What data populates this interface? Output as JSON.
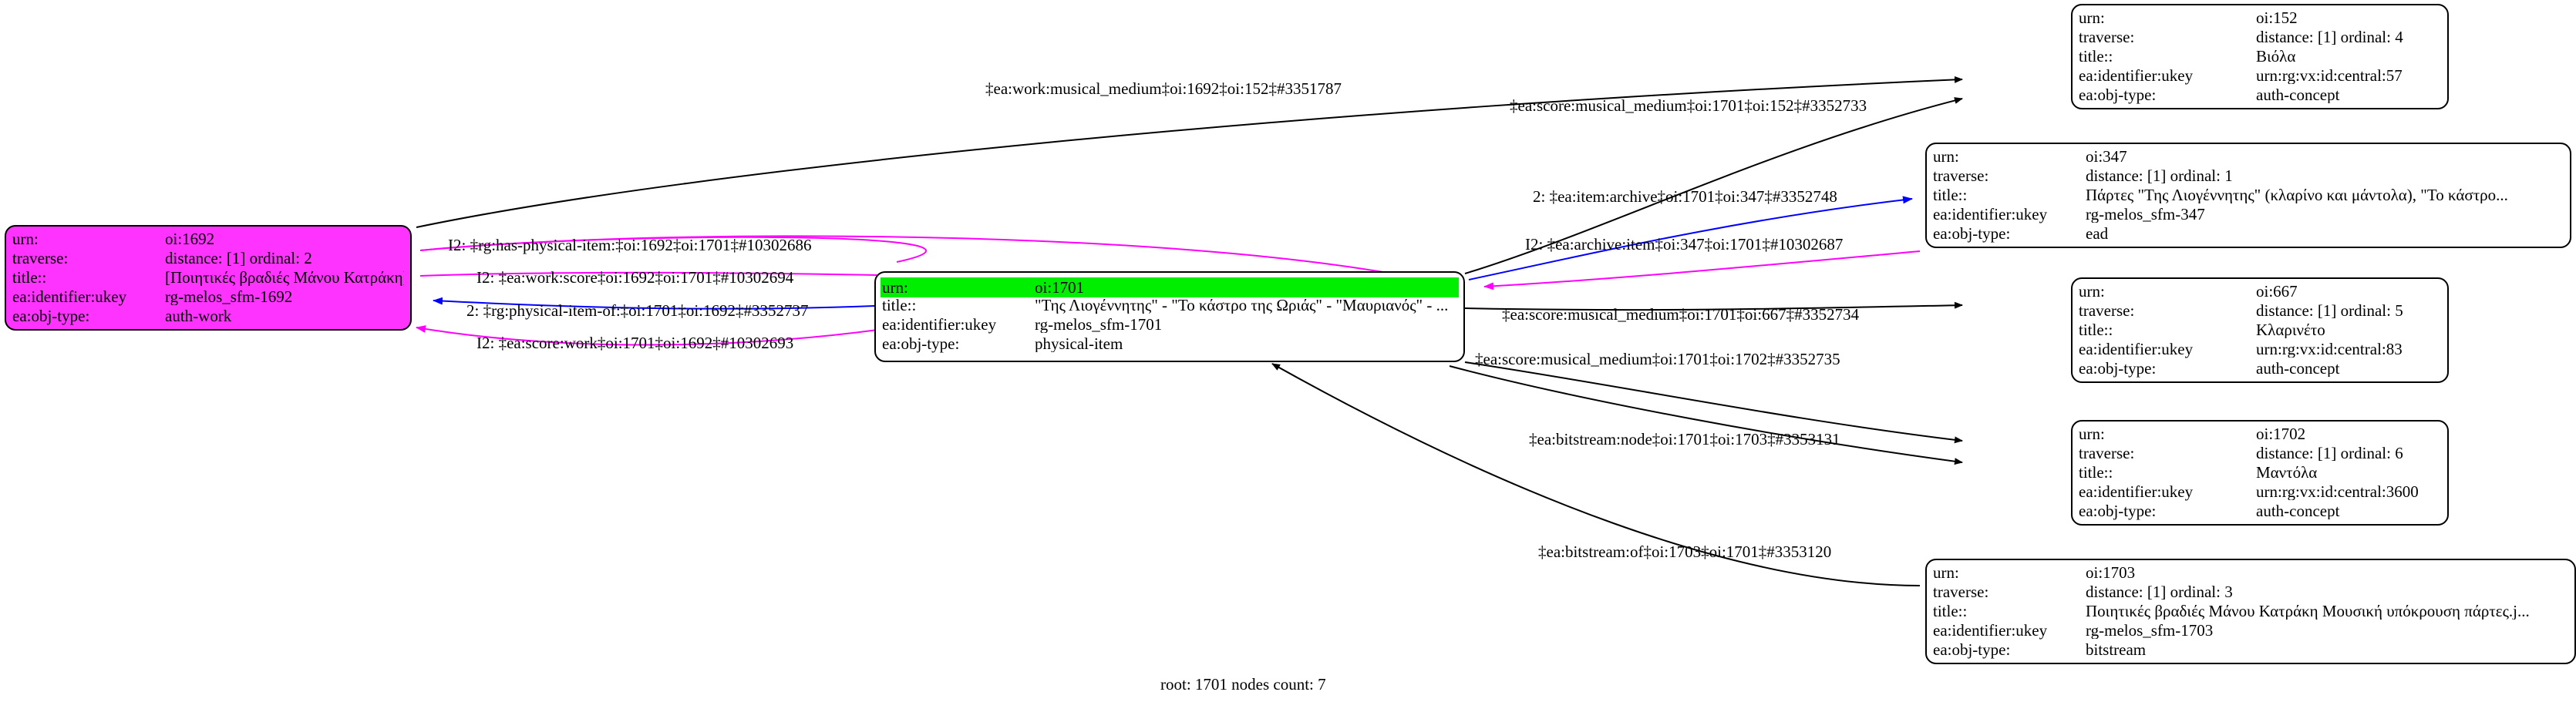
{
  "graph": {
    "caption": "root: 1701 nodes count: 7",
    "colors": {
      "root_highlight": "#00ee00",
      "focus_node_fill": "#ff33ff",
      "edge_default": "#000000",
      "edge_magenta": "#ff00ff",
      "edge_blue": "#0000ff",
      "node_border": "#000000",
      "background": "#ffffff"
    },
    "field_labels": {
      "urn": "urn:",
      "traverse": "traverse:",
      "title": "title::",
      "ukey": "ea:identifier:ukey",
      "objtype": "ea:obj-type:"
    },
    "nodes": [
      {
        "id": "oi1692",
        "style": "magenta",
        "urn": "oi:1692",
        "traverse": "distance: [1]     ordinal: 2",
        "title": "[Ποιητικές βραδιές Μάνου Κατράκη]",
        "ukey": "rg-melos_sfm-1692",
        "objtype": "auth-work"
      },
      {
        "id": "oi1701",
        "style": "root",
        "urn": "oi:1701",
        "traverse": "",
        "title": "\"Της Λιογέννητης\" - \"Το κάστρο της Ωριάς\" - \"Μαυριανός\" - ...",
        "ukey": "rg-melos_sfm-1701",
        "objtype": "physical-item"
      },
      {
        "id": "oi152",
        "style": "plain",
        "urn": "oi:152",
        "traverse": "distance: [1]     ordinal: 4",
        "title": "Βιόλα",
        "ukey": "urn:rg:vx:id:central:57",
        "objtype": "auth-concept"
      },
      {
        "id": "oi347",
        "style": "plain",
        "urn": "oi:347",
        "traverse": "distance: [1]     ordinal: 1",
        "title": "Πάρτες \"Της Λιογέννητης\" (κλαρίνο και μάντολα), \"Το κάστρο...",
        "ukey": "rg-melos_sfm-347",
        "objtype": "ead"
      },
      {
        "id": "oi667",
        "style": "plain",
        "urn": "oi:667",
        "traverse": "distance: [1]     ordinal: 5",
        "title": "Κλαρινέτο",
        "ukey": "urn:rg:vx:id:central:83",
        "objtype": "auth-concept"
      },
      {
        "id": "oi1702",
        "style": "plain",
        "urn": "oi:1702",
        "traverse": "distance: [1]     ordinal: 6",
        "title": "Μαντόλα",
        "ukey": "urn:rg:vx:id:central:3600",
        "objtype": "auth-concept"
      },
      {
        "id": "oi1703",
        "style": "plain",
        "urn": "oi:1703",
        "traverse": "distance: [1]     ordinal: 3",
        "title": "Ποιητικές βραδιές Μάνου Κατράκη Μουσική υπόκρουση πάρτες.j...",
        "ukey": "rg-melos_sfm-1703",
        "objtype": "bitstream"
      }
    ],
    "edges": [
      {
        "id": "e1",
        "label": "‡ea:work:musical_medium‡oi:1692‡oi:152‡#3351787",
        "color": "#000000",
        "from": "oi1692",
        "to": "oi152"
      },
      {
        "id": "e2",
        "label": "‡ea:score:musical_medium‡oi:1701‡oi:152‡#3352733",
        "color": "#000000",
        "from": "oi1701",
        "to": "oi152"
      },
      {
        "id": "e3",
        "label": "2: ‡ea:item:archive‡oi:1701‡oi:347‡#3352748",
        "color": "#0000ff",
        "from": "oi1701",
        "to": "oi347"
      },
      {
        "id": "e4",
        "label": "I2: ‡ea:archive:item‡oi:347‡oi:1701‡#10302687",
        "color": "#ff00ff",
        "from": "oi347",
        "to": "oi1701"
      },
      {
        "id": "e5",
        "label": "I2: ‡rg:has-physical-item:‡oi:1692‡oi:1701‡#10302686",
        "color": "#ff00ff",
        "from": "oi1692",
        "to": "oi1701"
      },
      {
        "id": "e6",
        "label": "I2: ‡ea:work:score‡oi:1692‡oi:1701‡#10302694",
        "color": "#ff00ff",
        "from": "oi1692",
        "to": "oi1701"
      },
      {
        "id": "e7",
        "label": "2: ‡rg:physical-item-of:‡oi:1701‡oi:1692‡#3352737",
        "color": "#0000ff",
        "from": "oi1701",
        "to": "oi1692"
      },
      {
        "id": "e8",
        "label": "I2: ‡ea:score:work‡oi:1701‡oi:1692‡#10302693",
        "color": "#ff00ff",
        "from": "oi1701",
        "to": "oi1692"
      },
      {
        "id": "e9",
        "label": "‡ea:score:musical_medium‡oi:1701‡oi:667‡#3352734",
        "color": "#000000",
        "from": "oi1701",
        "to": "oi667"
      },
      {
        "id": "e10",
        "label": "‡ea:score:musical_medium‡oi:1701‡oi:1702‡#3352735",
        "color": "#000000",
        "from": "oi1701",
        "to": "oi1702"
      },
      {
        "id": "e11",
        "label": "‡ea:bitstream:node‡oi:1701‡oi:1703‡#3353131",
        "color": "#000000",
        "from": "oi1701",
        "to": "oi1703"
      },
      {
        "id": "e12",
        "label": "‡ea:bitstream:of‡oi:1703‡oi:1701‡#3353120",
        "color": "#000000",
        "from": "oi1703",
        "to": "oi1701"
      }
    ]
  }
}
